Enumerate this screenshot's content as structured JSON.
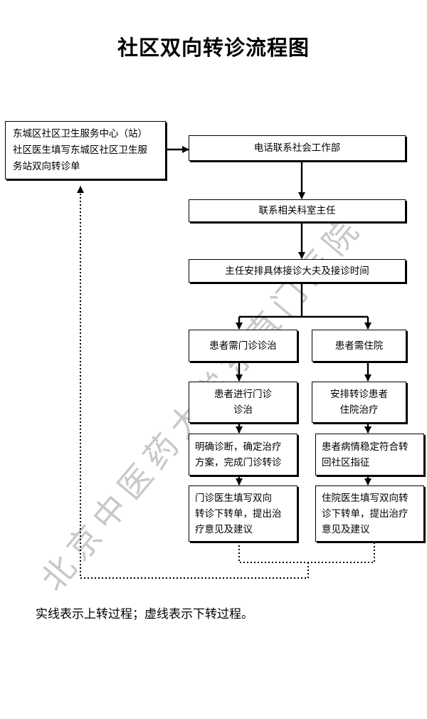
{
  "title": "社区双向转诊流程图",
  "watermark": "北京中医药大学东直门医院",
  "boxes": {
    "community": "东城区社区卫生服务中心（站）\n社区医生填写东城区社区卫生服\n务站双向转诊单",
    "phone": "电话联系社会工作部",
    "contact": "联系相关科室主任",
    "arrange": "主任安排具体接诊大夫及接诊时间",
    "outpatient_need": "患者需门诊诊治",
    "inpatient_need": "患者需住院",
    "outpatient_do": "患者进行门诊\n诊治",
    "inpatient_do": "安排转诊患者\n住院治疗",
    "diagnose": "明确诊断，确定治疗\n方案，完成门诊转诊",
    "stable": "患者病情稳定符合转\n回社区指征",
    "outpatient_doctor": "门诊医生填写双向\n转诊下转单，提出治\n疗意见及建议",
    "inpatient_doctor": "住院医生填写双向转\n诊下转单，提出治疗\n意见及建议"
  },
  "note": "实线表示上转过程；虚线表示下转过程。"
}
